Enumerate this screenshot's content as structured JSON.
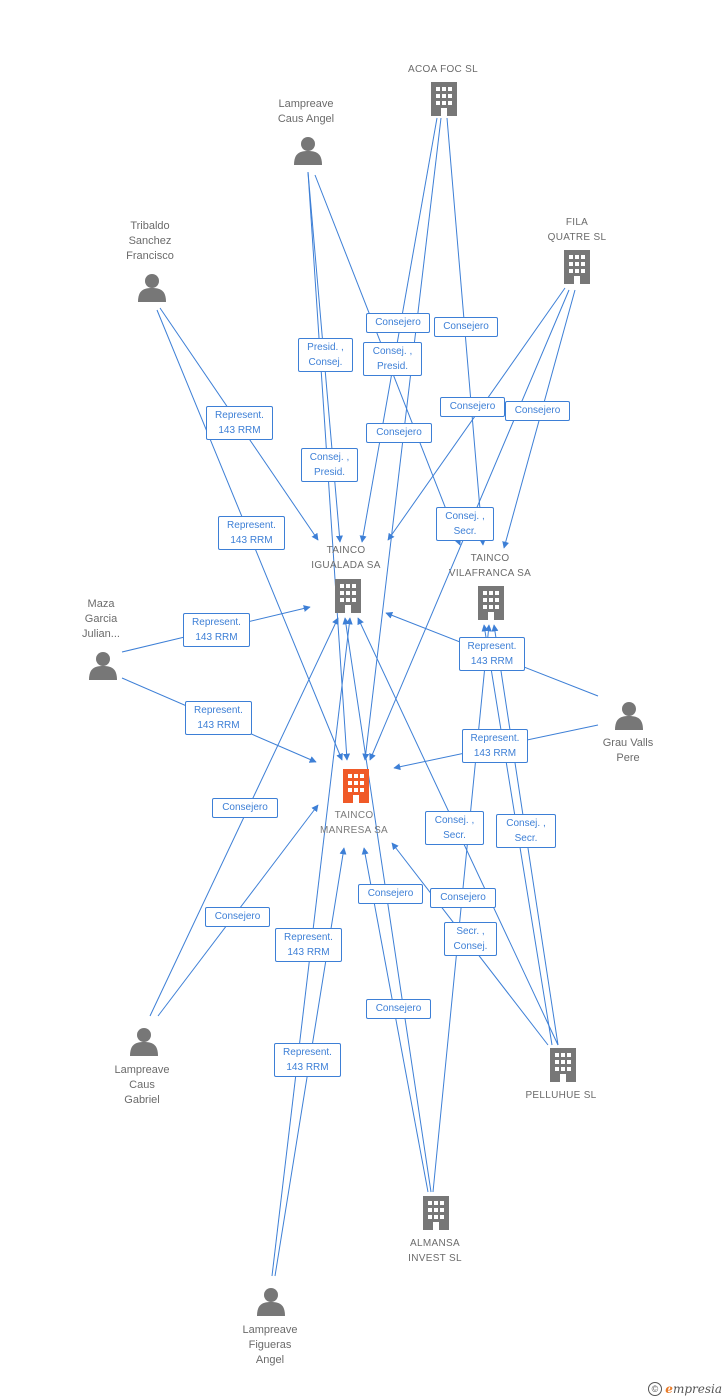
{
  "nodes": {
    "acoa_foc": {
      "label": "ACOA FOC SL",
      "kind": "company"
    },
    "lampreave_caus_angel": {
      "label": "Lampreave\nCaus Angel",
      "kind": "person"
    },
    "fila_quatre": {
      "label": "FILA\nQUATRE SL",
      "kind": "company"
    },
    "tribaldo": {
      "label": "Tribaldo\nSanchez\nFrancisco",
      "kind": "person"
    },
    "tainco_igualada": {
      "label": "TAINCO\nIGUALADA SA",
      "kind": "company"
    },
    "tainco_vilafranca": {
      "label": "TAINCO\nVILAFRANCA SA",
      "kind": "company"
    },
    "maza": {
      "label": "Maza\nGarcia\nJulian...",
      "kind": "person"
    },
    "grau_valls": {
      "label": "Grau Valls\nPere",
      "kind": "person"
    },
    "tainco_manresa": {
      "label": "TAINCO\nMANRESA SA",
      "kind": "main"
    },
    "lampreave_caus_gabriel": {
      "label": "Lampreave\nCaus\nGabriel",
      "kind": "person"
    },
    "pelluhue": {
      "label": "PELLUHUE SL",
      "kind": "company"
    },
    "almansa": {
      "label": "ALMANSA\nINVEST SL",
      "kind": "company"
    },
    "lampreave_figueras": {
      "label": "Lampreave\nFigueras\nAngel",
      "kind": "person"
    }
  },
  "relations": [
    {
      "id": "r1",
      "label": "Consejero"
    },
    {
      "id": "r2",
      "label": "Consejero"
    },
    {
      "id": "r3",
      "label": "Presid. ,\nConsej."
    },
    {
      "id": "r4",
      "label": "Consej. ,\nPresid."
    },
    {
      "id": "r5",
      "label": "Consejero"
    },
    {
      "id": "r6",
      "label": "Consejero"
    },
    {
      "id": "r7",
      "label": "Represent.\n143 RRM"
    },
    {
      "id": "r8",
      "label": "Consejero"
    },
    {
      "id": "r9",
      "label": "Consej. ,\nPresid."
    },
    {
      "id": "r10",
      "label": "Consej. ,\nSecr."
    },
    {
      "id": "r11",
      "label": "Represent.\n143 RRM"
    },
    {
      "id": "r12",
      "label": "Represent.\n143 RRM"
    },
    {
      "id": "r13",
      "label": "Represent.\n143 RRM"
    },
    {
      "id": "r14",
      "label": "Represent.\n143 RRM"
    },
    {
      "id": "r15",
      "label": "Represent.\n143 RRM"
    },
    {
      "id": "r16",
      "label": "Consejero"
    },
    {
      "id": "r17",
      "label": "Consej. ,\nSecr."
    },
    {
      "id": "r18",
      "label": "Consej. ,\nSecr."
    },
    {
      "id": "r19",
      "label": "Consejero"
    },
    {
      "id": "r20",
      "label": "Consejero"
    },
    {
      "id": "r21",
      "label": "Consejero"
    },
    {
      "id": "r22",
      "label": "Secr. ,\nConsej."
    },
    {
      "id": "r23",
      "label": "Represent.\n143 RRM"
    },
    {
      "id": "r24",
      "label": "Consejero"
    },
    {
      "id": "r25",
      "label": "Represent.\n143 RRM"
    }
  ],
  "colors": {
    "edge": "#3d7fd6",
    "node": "#777777",
    "main": "#f05a28",
    "label": "#6b6b6b"
  },
  "footer": {
    "copyright": "©",
    "brand_first": "e",
    "brand_rest": "mpresia"
  }
}
